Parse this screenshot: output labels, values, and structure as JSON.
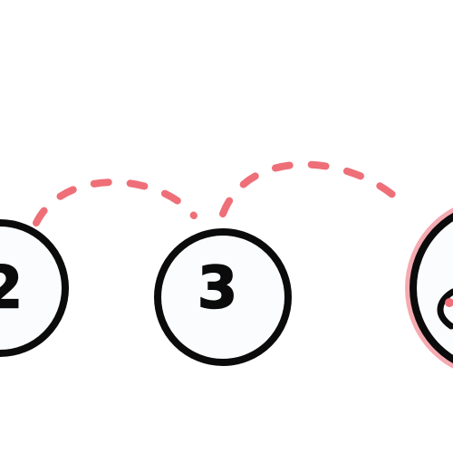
{
  "diagram": {
    "steps": [
      {
        "label": "2",
        "state": "visited"
      },
      {
        "label": "3",
        "state": "visited"
      },
      {
        "label": "",
        "state": "current"
      }
    ],
    "colors": {
      "stroke": "#0b0b0b",
      "node_fill": "#fbfcfd",
      "arc": "#ee6f78",
      "highlight": "#f4a1a8"
    }
  }
}
